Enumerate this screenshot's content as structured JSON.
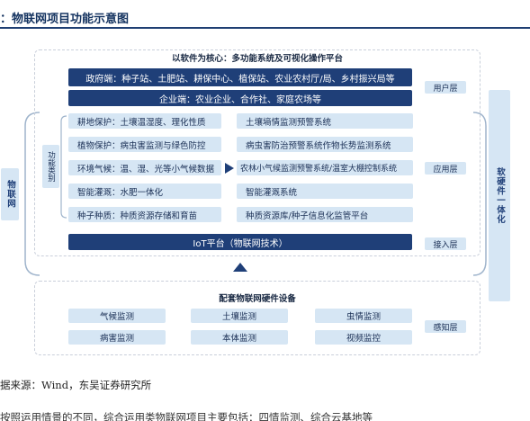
{
  "title": "：物联网项目功能示意图",
  "platform_title": "以软件为核心：多功能系统及可视化操作平台",
  "user_layer": {
    "government": "政府端：种子站、土肥站、耕保中心、植保站、农业农村厅/局、乡村振兴局等",
    "enterprise": "企业端：农业企业、合作社、家庭农场等",
    "label": "用户层"
  },
  "function_category_label": "功能类别",
  "functions_left": [
    "耕地保护：土壤温湿度、理化性质",
    "植物保护：病虫害监测与绿色防控",
    "环境气候：温、湿、光等小气候数据",
    "智能灌溉：水肥一体化",
    "种子种质：种质资源存储和育苗"
  ],
  "functions_right": [
    "土壤墒情监测预警系统",
    "病虫害防治预警系统作物长势监测系统",
    "农林小气候监测预警系统/温室大棚控制系统",
    "智能灌溉系统",
    "种质资源库/种子信息化监管平台"
  ],
  "application_layer_label": "应用层",
  "iot_platform": "IoT平台（物联网技术）",
  "access_layer_label": "接入层",
  "hardware_title": "配套物联网硬件设备",
  "hardware_items": [
    "气候监测",
    "土壤监测",
    "虫情监测",
    "病害监测",
    "本体监测",
    "视频监控"
  ],
  "perception_layer_label": "感知层",
  "left_label": "物联网",
  "right_label": "软硬件一体化",
  "source": "据来源：Wind，东吴证券研究所",
  "bottom_text": "按照运用情景的不同，综合运用类物联网项目主要包括：四情监测、综合云基地等"
}
